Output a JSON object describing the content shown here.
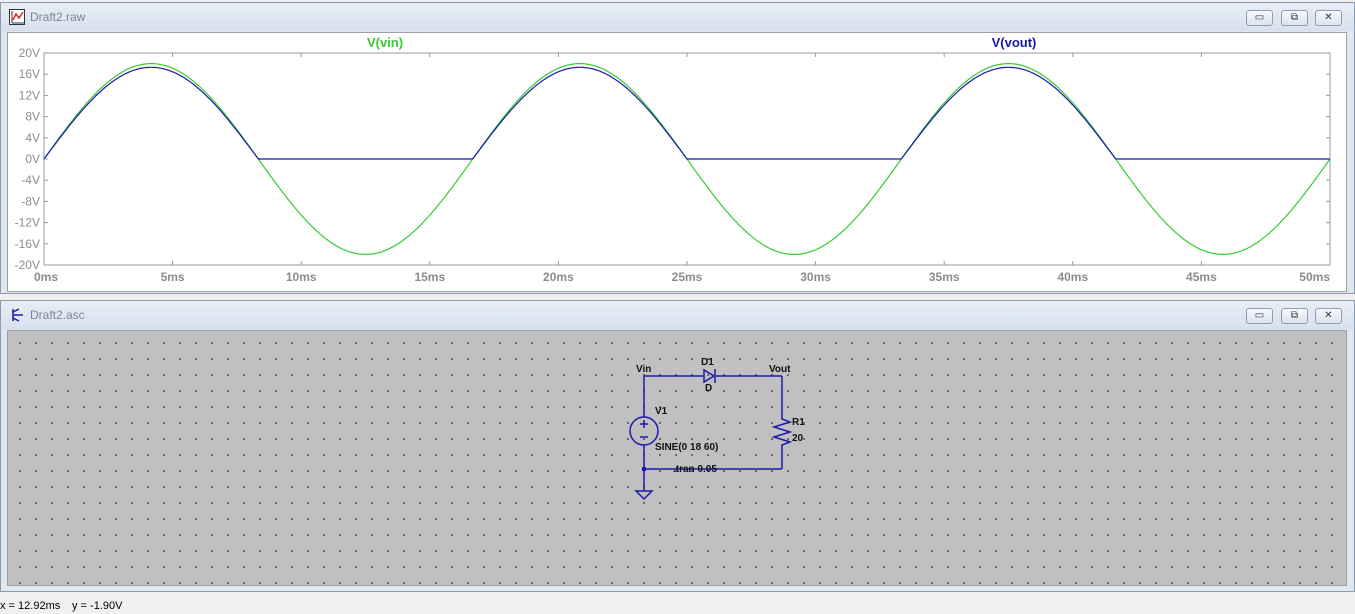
{
  "waveform_window": {
    "title": "Draft2.raw",
    "buttons": {
      "minimize": "▭",
      "restore": "⧉",
      "close": "✕"
    }
  },
  "schematic_window": {
    "title": "Draft2.asc",
    "buttons": {
      "minimize": "▭",
      "restore": "⧉",
      "close": "✕"
    },
    "labels": {
      "vin": "Vin",
      "vout": "Vout",
      "d1_name": "D1",
      "d1_model": "D",
      "v1_name": "V1",
      "v1_value": "SINE(0 18 60)",
      "r1_name": "R1",
      "r1_value": "20",
      "directive": ".tran 0.05"
    }
  },
  "chart_data": {
    "type": "line",
    "series": [
      {
        "name": "V(vin)",
        "color": "#33cc33",
        "amplitude": 18,
        "frequency_hz": 60,
        "clip_negative": false
      },
      {
        "name": "V(vout)",
        "color": "#1a1aaa",
        "amplitude": 17.3,
        "frequency_hz": 60,
        "clip_negative": true
      }
    ],
    "xlim": [
      0,
      50
    ],
    "ylim": [
      -20,
      20
    ],
    "x_ticks": [
      "0ms",
      "5ms",
      "10ms",
      "15ms",
      "20ms",
      "25ms",
      "30ms",
      "35ms",
      "40ms",
      "45ms",
      "50ms"
    ],
    "y_ticks": [
      "20V",
      "16V",
      "12V",
      "8V",
      "4V",
      "0V",
      "-4V",
      "-8V",
      "-12V",
      "-16V",
      "-20V"
    ],
    "grid": false
  },
  "status_bar": {
    "x": "x = 12.92ms",
    "y": "y = -1.90V"
  }
}
